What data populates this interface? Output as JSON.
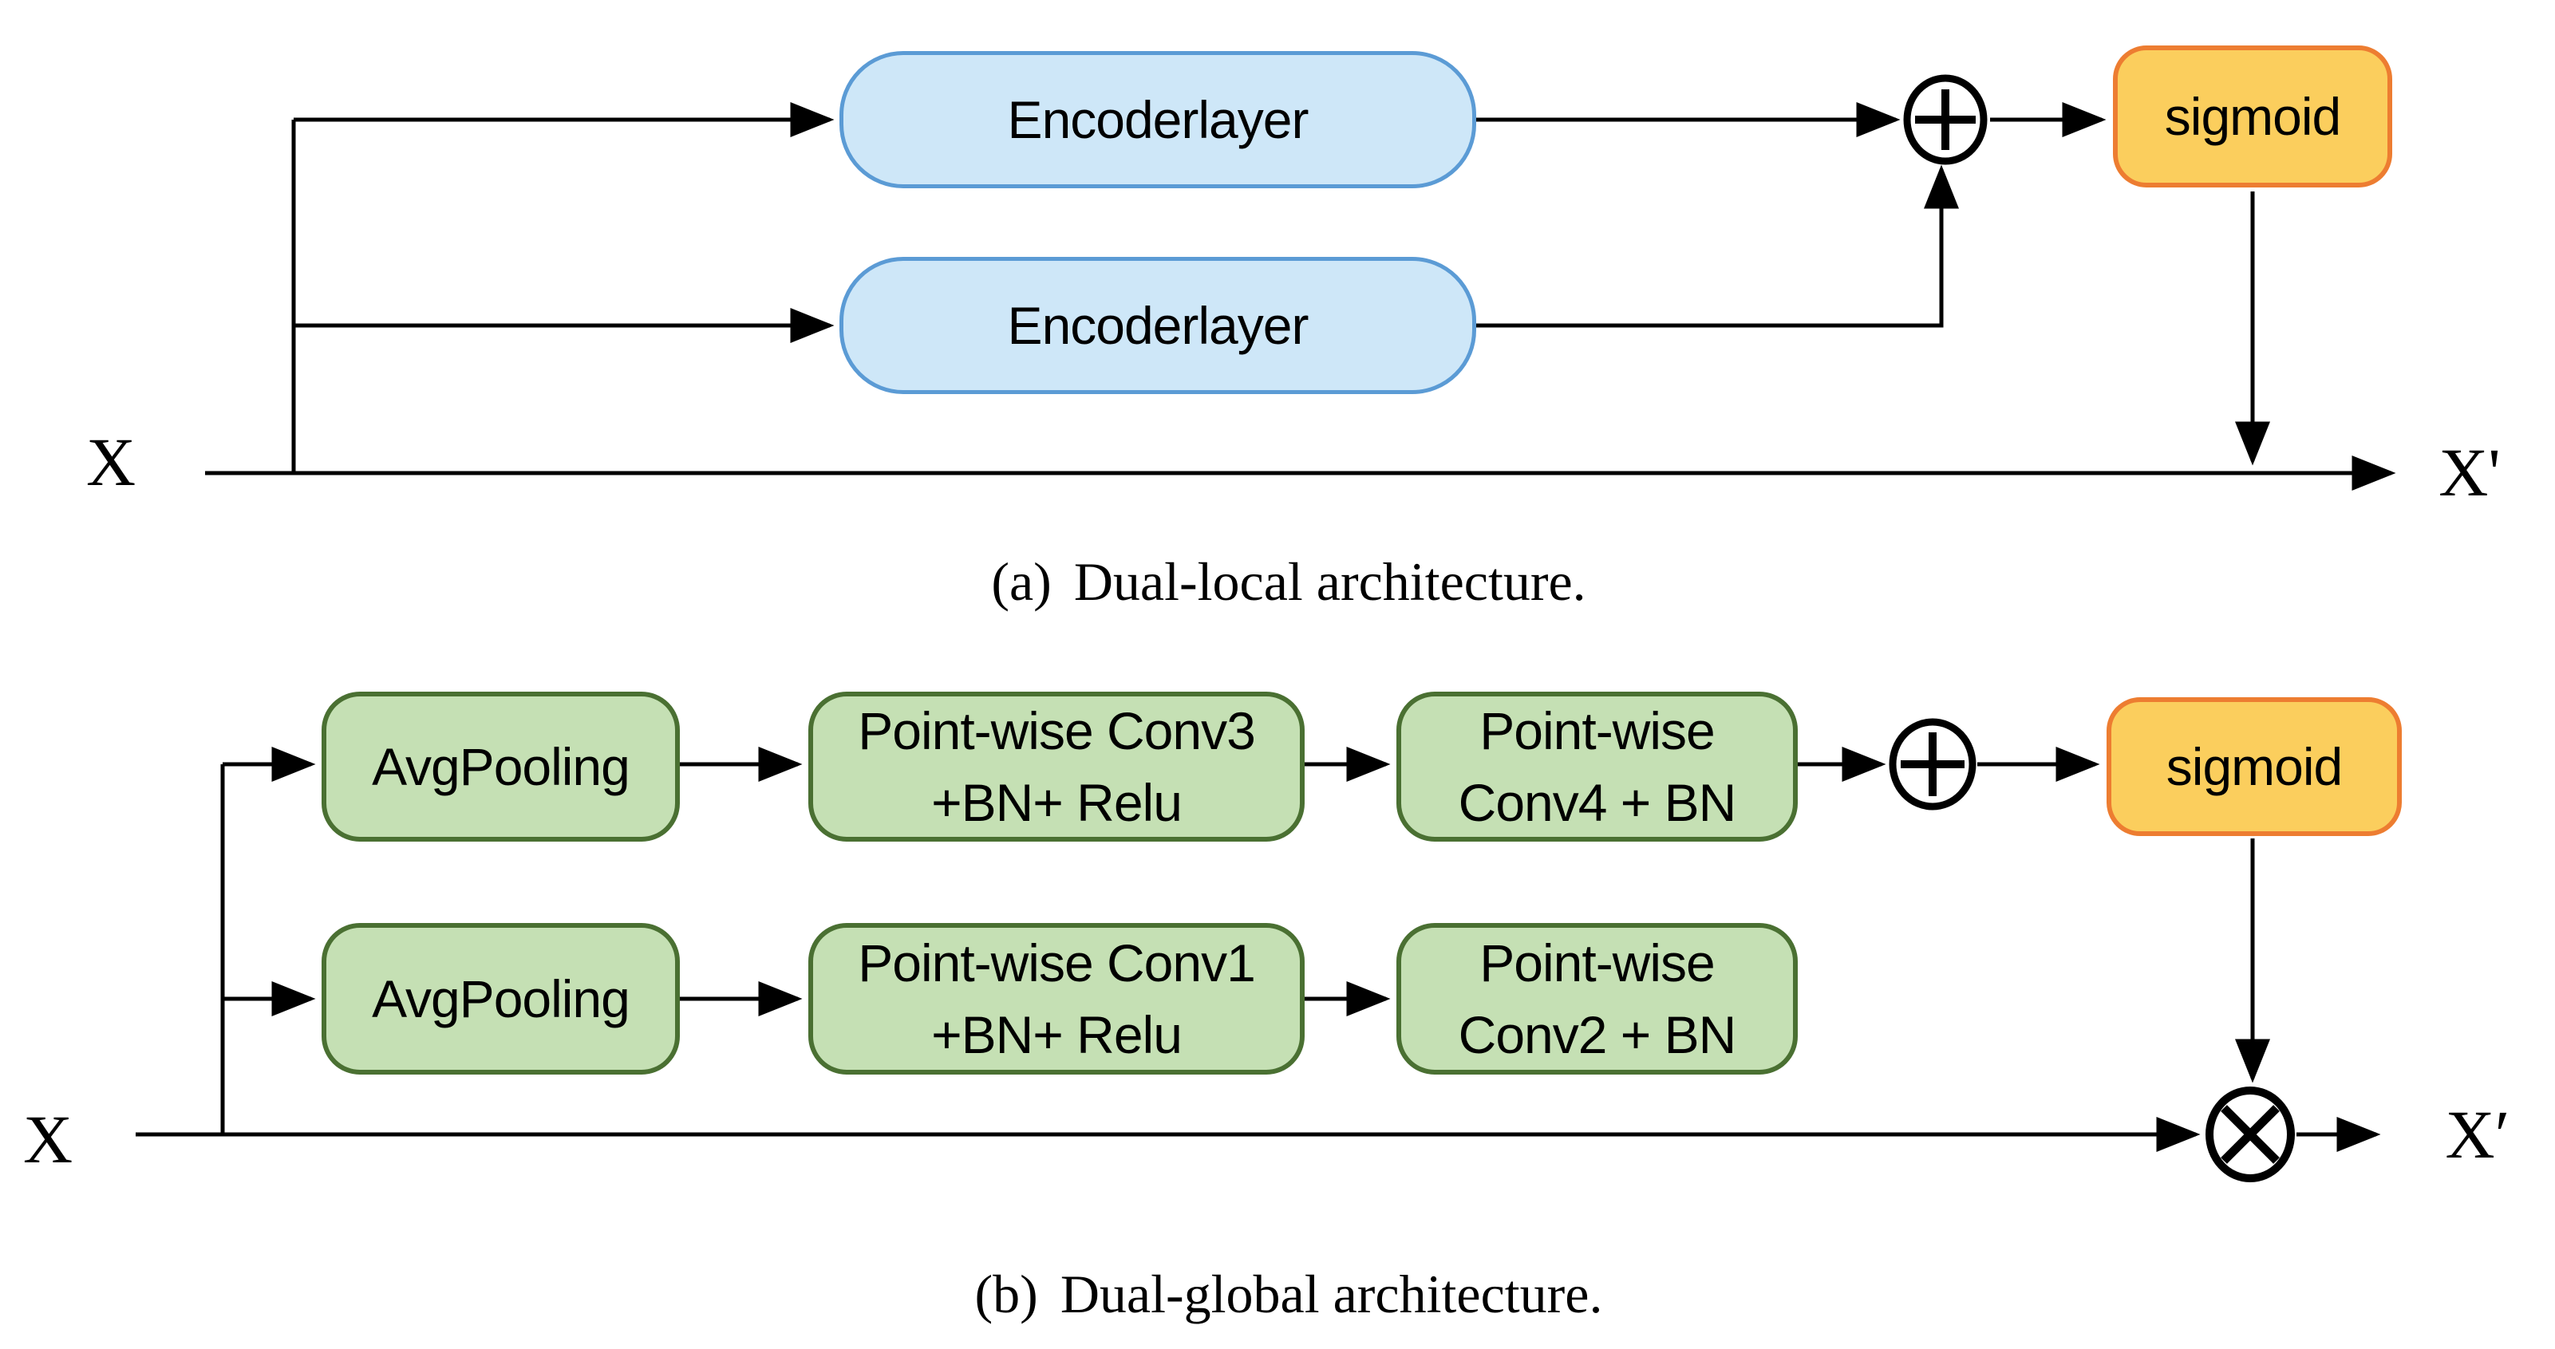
{
  "colors": {
    "background": "#ffffff",
    "encoder_fill": "#CEE7F8",
    "encoder_border": "#5B9BD5",
    "conv_fill": "#C5E0B4",
    "conv_border": "#4A7032",
    "sigmoid_fill": "#FBCE5D",
    "sigmoid_border": "#ED7D31",
    "line": "#000000"
  },
  "icons": {
    "add": "circled-plus",
    "multiply": "circled-times"
  },
  "panel_a": {
    "input_label": "X",
    "output_label": "X'",
    "encoder_top": "Encoderlayer",
    "encoder_bottom": "Encoderlayer",
    "sigmoid": "sigmoid",
    "caption_tag": "(a)",
    "caption_text": "Dual-local architecture."
  },
  "panel_b": {
    "input_label": "X",
    "output_label": "X′",
    "avgpool_top": "AvgPooling",
    "avgpool_bottom": "AvgPooling",
    "conv3_line1": "Point-wise Conv3",
    "conv3_line2": "+BN+ Relu",
    "conv4_line1": "Point-wise",
    "conv4_line2": "Conv4 + BN",
    "conv1_line1": "Point-wise Conv1",
    "conv1_line2": "+BN+ Relu",
    "conv2_line1": "Point-wise",
    "conv2_line2": "Conv2 + BN",
    "sigmoid": "sigmoid",
    "caption_tag": "(b)",
    "caption_text": "Dual-global architecture."
  }
}
